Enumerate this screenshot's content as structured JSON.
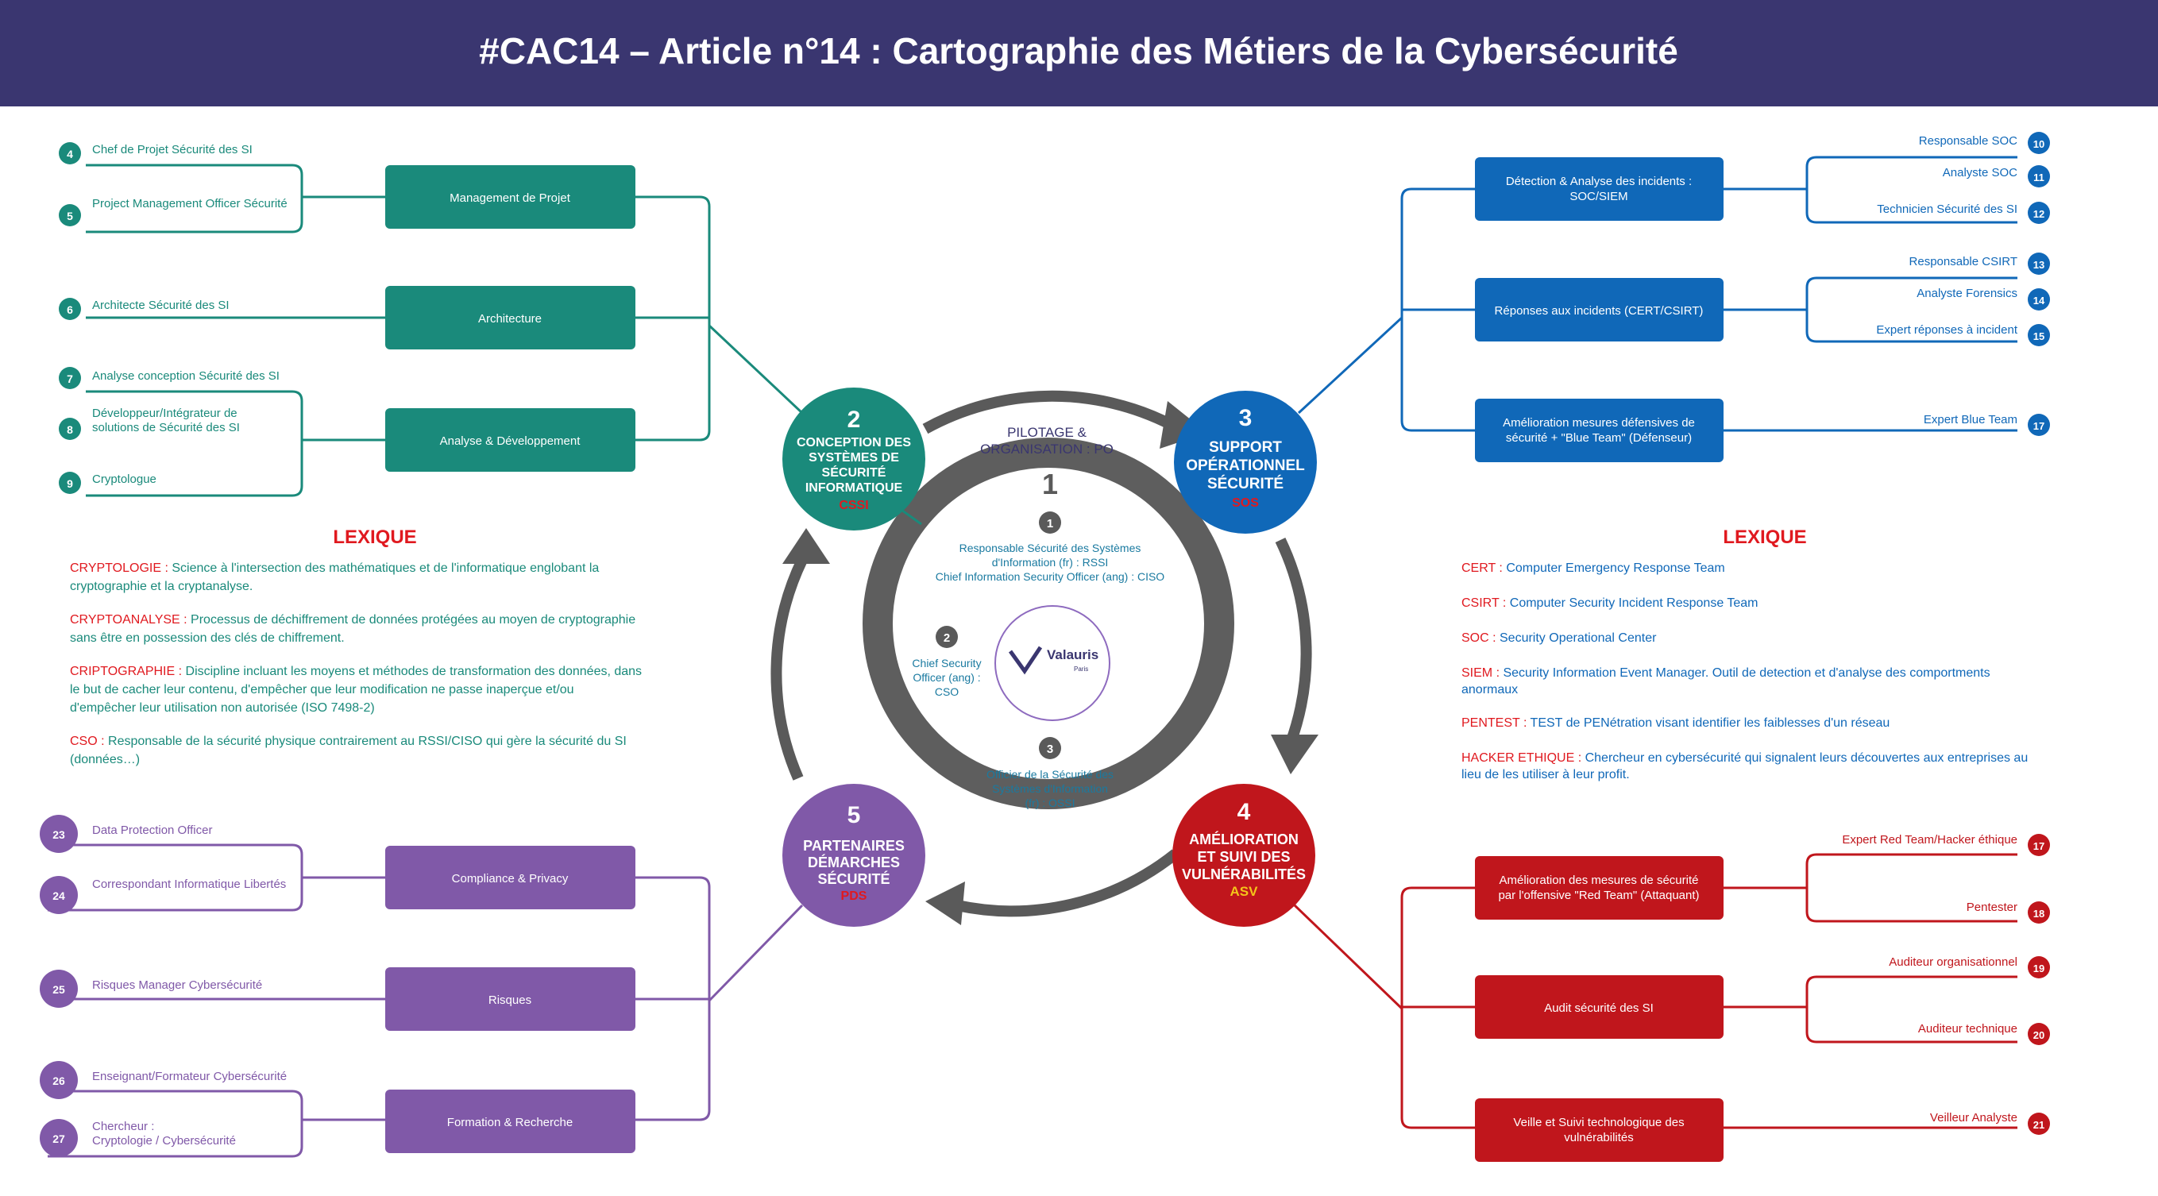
{
  "title": "#CAC14 – Article n°14 : Cartographie des Métiers de la Cybersécurité",
  "colors": {
    "header": "#3a3670",
    "green": "#1a8a7b",
    "blue": "#1068b8",
    "red": "#c0161c",
    "purple": "#8059a8",
    "gray": "#5a5a5a",
    "accent_red": "#e0191f"
  },
  "center": {
    "number": "1",
    "pilotage_line1": "PILOTAGE &",
    "pilotage_line2": "ORGANISATION : PO",
    "role1_num": "1",
    "role1_line1": "Responsable Sécurité des Systèmes",
    "role1_line2": "d'Information (fr) : RSSI",
    "role1_line3": "Chief Information Security Officer (ang) : CISO",
    "role2_num": "2",
    "role2_line1": "Chief Security",
    "role2_line2": "Officer (ang) :",
    "role2_line3": "CSO",
    "role3_num": "3",
    "role3_line1": "Officier de la Sécurité des",
    "role3_line2": "Systèmes d'Information",
    "role3_line3": "(fr) : OSSI",
    "logo_text": "Valauris",
    "logo_sub": "Paris"
  },
  "hubs": {
    "h2": {
      "num": "2",
      "l1": "CONCEPTION DES",
      "l2": "SYSTÈMES DE",
      "l3": "SÉCURITÉ",
      "l4": "INFORMATIQUE",
      "abbr": "CSSI"
    },
    "h3": {
      "num": "3",
      "l1": "SUPPORT",
      "l2": "OPÉRATIONNEL",
      "l3": "SÉCURITÉ",
      "abbr": "SOS"
    },
    "h4": {
      "num": "4",
      "l1": "AMÉLIORATION",
      "l2": "ET SUIVI DES",
      "l3": "VULNÉRABILITÉS",
      "abbr": "ASV"
    },
    "h5": {
      "num": "5",
      "l1": "PARTENAIRES",
      "l2": "DÉMARCHES",
      "l3": "SÉCURITÉ",
      "abbr": "PDS"
    }
  },
  "green_branch": {
    "cat1": "Management de Projet",
    "cat2": "Architecture",
    "cat3": "Analyse & Développement",
    "roles": [
      {
        "num": "4",
        "label": "Chef de Projet Sécurité des SI"
      },
      {
        "num": "5",
        "label": "Project Management Officer Sécurité"
      },
      {
        "num": "6",
        "label": "Architecte Sécurité des SI"
      },
      {
        "num": "7",
        "label": "Analyse conception Sécurité des SI"
      },
      {
        "num": "8",
        "label1": "Développeur/Intégrateur de",
        "label2": "solutions de Sécurité des SI"
      },
      {
        "num": "9",
        "label": "Cryptologue"
      }
    ]
  },
  "blue_branch": {
    "cat1_l1": "Détection & Analyse des incidents :",
    "cat1_l2": "SOC/SIEM",
    "cat2": "Réponses aux incidents (CERT/CSIRT)",
    "cat3_l1": "Amélioration mesures défensives de",
    "cat3_l2": "sécurité + \"Blue Team\" (Défenseur)",
    "roles": [
      {
        "num": "10",
        "label": "Responsable SOC"
      },
      {
        "num": "11",
        "label": "Analyste SOC"
      },
      {
        "num": "12",
        "label": "Technicien Sécurité des SI"
      },
      {
        "num": "13",
        "label": "Responsable CSIRT"
      },
      {
        "num": "14",
        "label": "Analyste Forensics"
      },
      {
        "num": "15",
        "label": "Expert réponses à incident"
      },
      {
        "num": "17",
        "label": "Expert Blue Team"
      }
    ]
  },
  "red_branch": {
    "cat1_l1": "Amélioration des mesures de sécurité",
    "cat1_l2": "par l'offensive \"Red Team\" (Attaquant)",
    "cat2": "Audit sécurité des SI",
    "cat3_l1": "Veille et Suivi technologique des",
    "cat3_l2": "vulnérabilités",
    "roles": [
      {
        "num": "17",
        "label": "Expert Red Team/Hacker éthique"
      },
      {
        "num": "18",
        "label": "Pentester"
      },
      {
        "num": "19",
        "label": "Auditeur organisationnel"
      },
      {
        "num": "20",
        "label": "Auditeur technique"
      },
      {
        "num": "21",
        "label": "Veilleur Analyste"
      }
    ]
  },
  "purple_branch": {
    "cat1": "Compliance & Privacy",
    "cat2": "Risques",
    "cat3": "Formation & Recherche",
    "roles": [
      {
        "num": "23",
        "label": "Data Protection Officer"
      },
      {
        "num": "24",
        "label": "Correspondant Informatique Libertés"
      },
      {
        "num": "25",
        "label": "Risques Manager Cybersécurité"
      },
      {
        "num": "26",
        "label": "Enseignant/Formateur Cybersécurité"
      },
      {
        "num": "27",
        "label1": "Chercheur :",
        "label2": "Cryptologie / Cybersécurité"
      }
    ]
  },
  "lexique_left": {
    "title": "LEXIQUE",
    "entries": [
      {
        "term": "CRYPTOLOGIE :",
        "l1": " Science à l'intersection des mathématiques et de l'informatique englobant la",
        "l2": "cryptographie et la cryptanalyse."
      },
      {
        "term": "CRYPTOANALYSE :",
        "l1": " Processus de déchiffrement de données protégées au moyen de cryptographie",
        "l2": "sans être en possession des clés de chiffrement."
      },
      {
        "term": "CRIPTOGRAPHIE :",
        "l1": " Discipline incluant les moyens et méthodes de transformation des données, dans",
        "l2": "le but de cacher leur contenu, d'empêcher que leur modification ne passe inaperçue et/ou",
        "l3": "d'empêcher leur utilisation non autorisée (ISO 7498-2)"
      },
      {
        "term": "CSO :",
        "l1": " Responsable de la sécurité physique contrairement au RSSI/CISO qui gère la sécurité  du SI",
        "l2": "(données…)"
      }
    ]
  },
  "lexique_right": {
    "title": "LEXIQUE",
    "entries": [
      {
        "term": "CERT :",
        "l1": " Computer Emergency Response Team"
      },
      {
        "term": "CSIRT :",
        "l1": " Computer Security Incident Response Team"
      },
      {
        "term": "SOC :",
        "l1": " Security Operational Center"
      },
      {
        "term": "SIEM :",
        "l1": " Security Information Event Manager. Outil de detection et d'analyse des comportments",
        "l2": "anormaux"
      },
      {
        "term": "PENTEST :",
        "l1": " TEST de PENétration visant identifier les faiblesses d'un réseau"
      },
      {
        "term": "HACKER ETHIQUE :",
        "l1": " Chercheur en cybersécurité qui signalent leurs découvertes aux entreprises au",
        "l2": "lieu de les utiliser à leur profit."
      }
    ]
  }
}
